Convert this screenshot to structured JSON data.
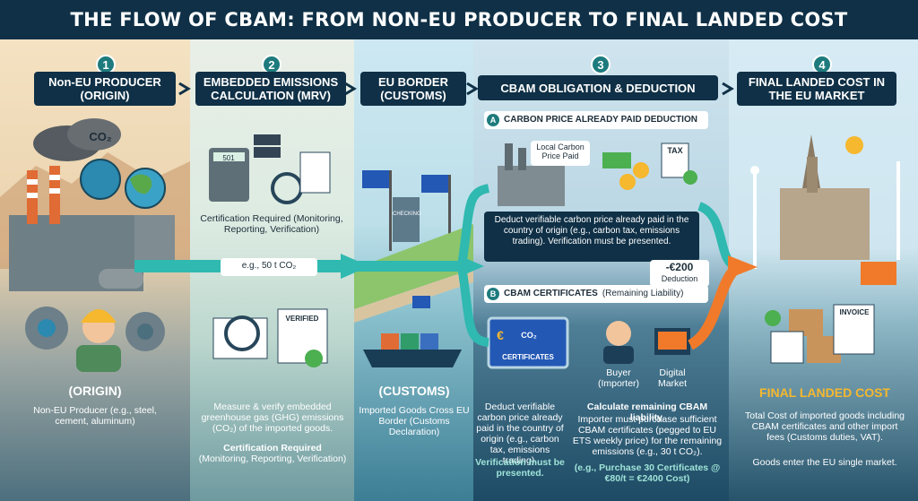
{
  "title": "THE FLOW OF CBAM: FROM NON-EU PRODUCER TO FINAL LANDED COST",
  "steps": {
    "s1": {
      "num": "1",
      "header": "Non-EU PRODUCER (ORIGIN)",
      "co2": "CO₂",
      "section": "(ORIGIN)",
      "desc": "Non-EU Producer (e.g., steel, cement, aluminum)"
    },
    "s2": {
      "num": "2",
      "header": "EMBEDDED EMISSIONS CALCULATION (MRV)",
      "calc": "501",
      "cert_top": "Certification Required (Monitoring, Reporting, Verification)",
      "flow": "e.g., 50 t CO₂",
      "verified": "VERIFIED",
      "desc": "Measure & verify embedded greenhouse gas (GHG) emissions (CO₂) of the imported goods.",
      "cert_bottom_title": "Certification Required",
      "cert_bottom": "(Monitoring, Reporting, Verification)"
    },
    "s_border": {
      "header": "EU BORDER (CUSTOMS)",
      "checkpoint": "CHECKING",
      "section": "(CUSTOMS)",
      "desc": "Imported Goods Cross EU Border (Customs Declaration)"
    },
    "s3": {
      "num": "3",
      "header": "CBAM OBLIGATION & DEDUCTION",
      "a_letter": "A",
      "a_title": "CARBON PRICE ALREADY PAID DEDUCTION",
      "a_tag": "Local Carbon Price Paid",
      "tax": "TAX",
      "a_desc": "Deduct verifiable carbon price already paid in the country of origin (e.g., carbon tax, emissions trading). Verification must be presented.",
      "deduction_amount": "-€200",
      "deduction_label": "Deduction",
      "b_letter": "B",
      "b_title_bold": "CBAM CERTIFICATES",
      "b_title_rest": "(Remaining Liability)",
      "cert_co2": "CO₂",
      "cert_label": "CERTIFICATES",
      "euro": "€",
      "buyer": "Buyer (Importer)",
      "market": "Digital Market",
      "left_desc": "Deduct verifiable carbon price already paid in the country of origin (e.g., carbon tax, emissions trading).",
      "left_verify": "Verification must be presented.",
      "right_title": "Calculate remaining CBAM liability.",
      "right_desc": "Importer must purchase sufficient CBAM certificates (pegged to EU ETS weekly price) for the remaining emissions (e.g., 30 t CO₂).",
      "right_example": "(e.g., Purchase 30 Certificates @ €80/t = €2400 Cost)"
    },
    "s4": {
      "num": "4",
      "header": "FINAL LANDED COST IN THE EU MARKET",
      "invoice": "INVOICE",
      "final_title": "FINAL LANDED COST",
      "desc": "Total Cost of imported goods including CBAM certificates and other import fees (Customs duties, VAT).",
      "desc2": "Goods enter the EU single market."
    }
  },
  "colors": {
    "navy": "#0f3046",
    "teal": "#1e7b7d",
    "arrow_teal": "#2fb9b0",
    "arrow_orange": "#f07a2a",
    "gold": "#f5b82e"
  }
}
